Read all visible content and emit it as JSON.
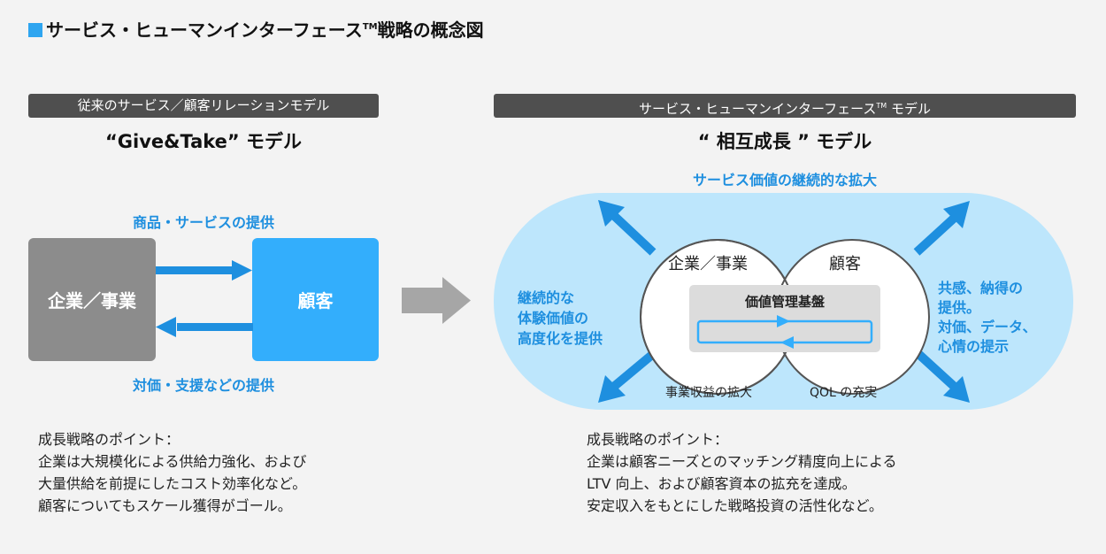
{
  "title": {
    "text": "サービス・ヒューマンインターフェース",
    "tm": "TM",
    "suffix": "戦略の概念図",
    "marker_color": "#2ea5f0"
  },
  "left_panel": {
    "header": "従来のサービス／顧客リレーションモデル",
    "subtitle": "“Give&Take” モデル",
    "top_flow_label": "商品・サービスの提供",
    "bottom_flow_label": "対価・支援などの提供",
    "company_box": "企業／事業",
    "customer_box": "顧客",
    "notes": [
      "成長戦略のポイント：",
      "企業は大規模化による供給力強化、および",
      "大量供給を前提にしたコスト効率化など。",
      "顧客についてもスケール獲得がゴール。"
    ]
  },
  "transition_arrow": "right-arrow",
  "right_panel": {
    "header_prefix": "サービス・ヒューマンインターフェース",
    "header_tm": "TM",
    "header_suffix": " モデル",
    "subtitle": "“ 相互成長 ” モデル",
    "top_label": "サービス価値の継続的な拡大",
    "left_label": [
      "継続的な",
      "体験価値の",
      "高度化を提供"
    ],
    "right_label": [
      "共感、納得の",
      "提供。",
      "対価、データ、",
      "心情の提示"
    ],
    "company_circle": "企業／事業",
    "customer_circle": "顧客",
    "platform": "価値管理基盤",
    "company_outcome": "事業収益の拡大",
    "customer_outcome": "QOL の充実",
    "notes": [
      "成長戦略のポイント：",
      "企業は顧客ニーズとのマッチング精度向上による",
      "LTV 向上、および顧客資本の拡充を達成。",
      "安定収入をもとにした戦略投資の活性化など。"
    ]
  },
  "colors": {
    "accent_blue": "#1e8fdf",
    "customer_box": "#33aefc",
    "company_box": "#8c8c8c",
    "header_bg": "#4f4f4f",
    "oval_bg": "#bde6fc",
    "platform_bg": "#dcdcdc"
  }
}
